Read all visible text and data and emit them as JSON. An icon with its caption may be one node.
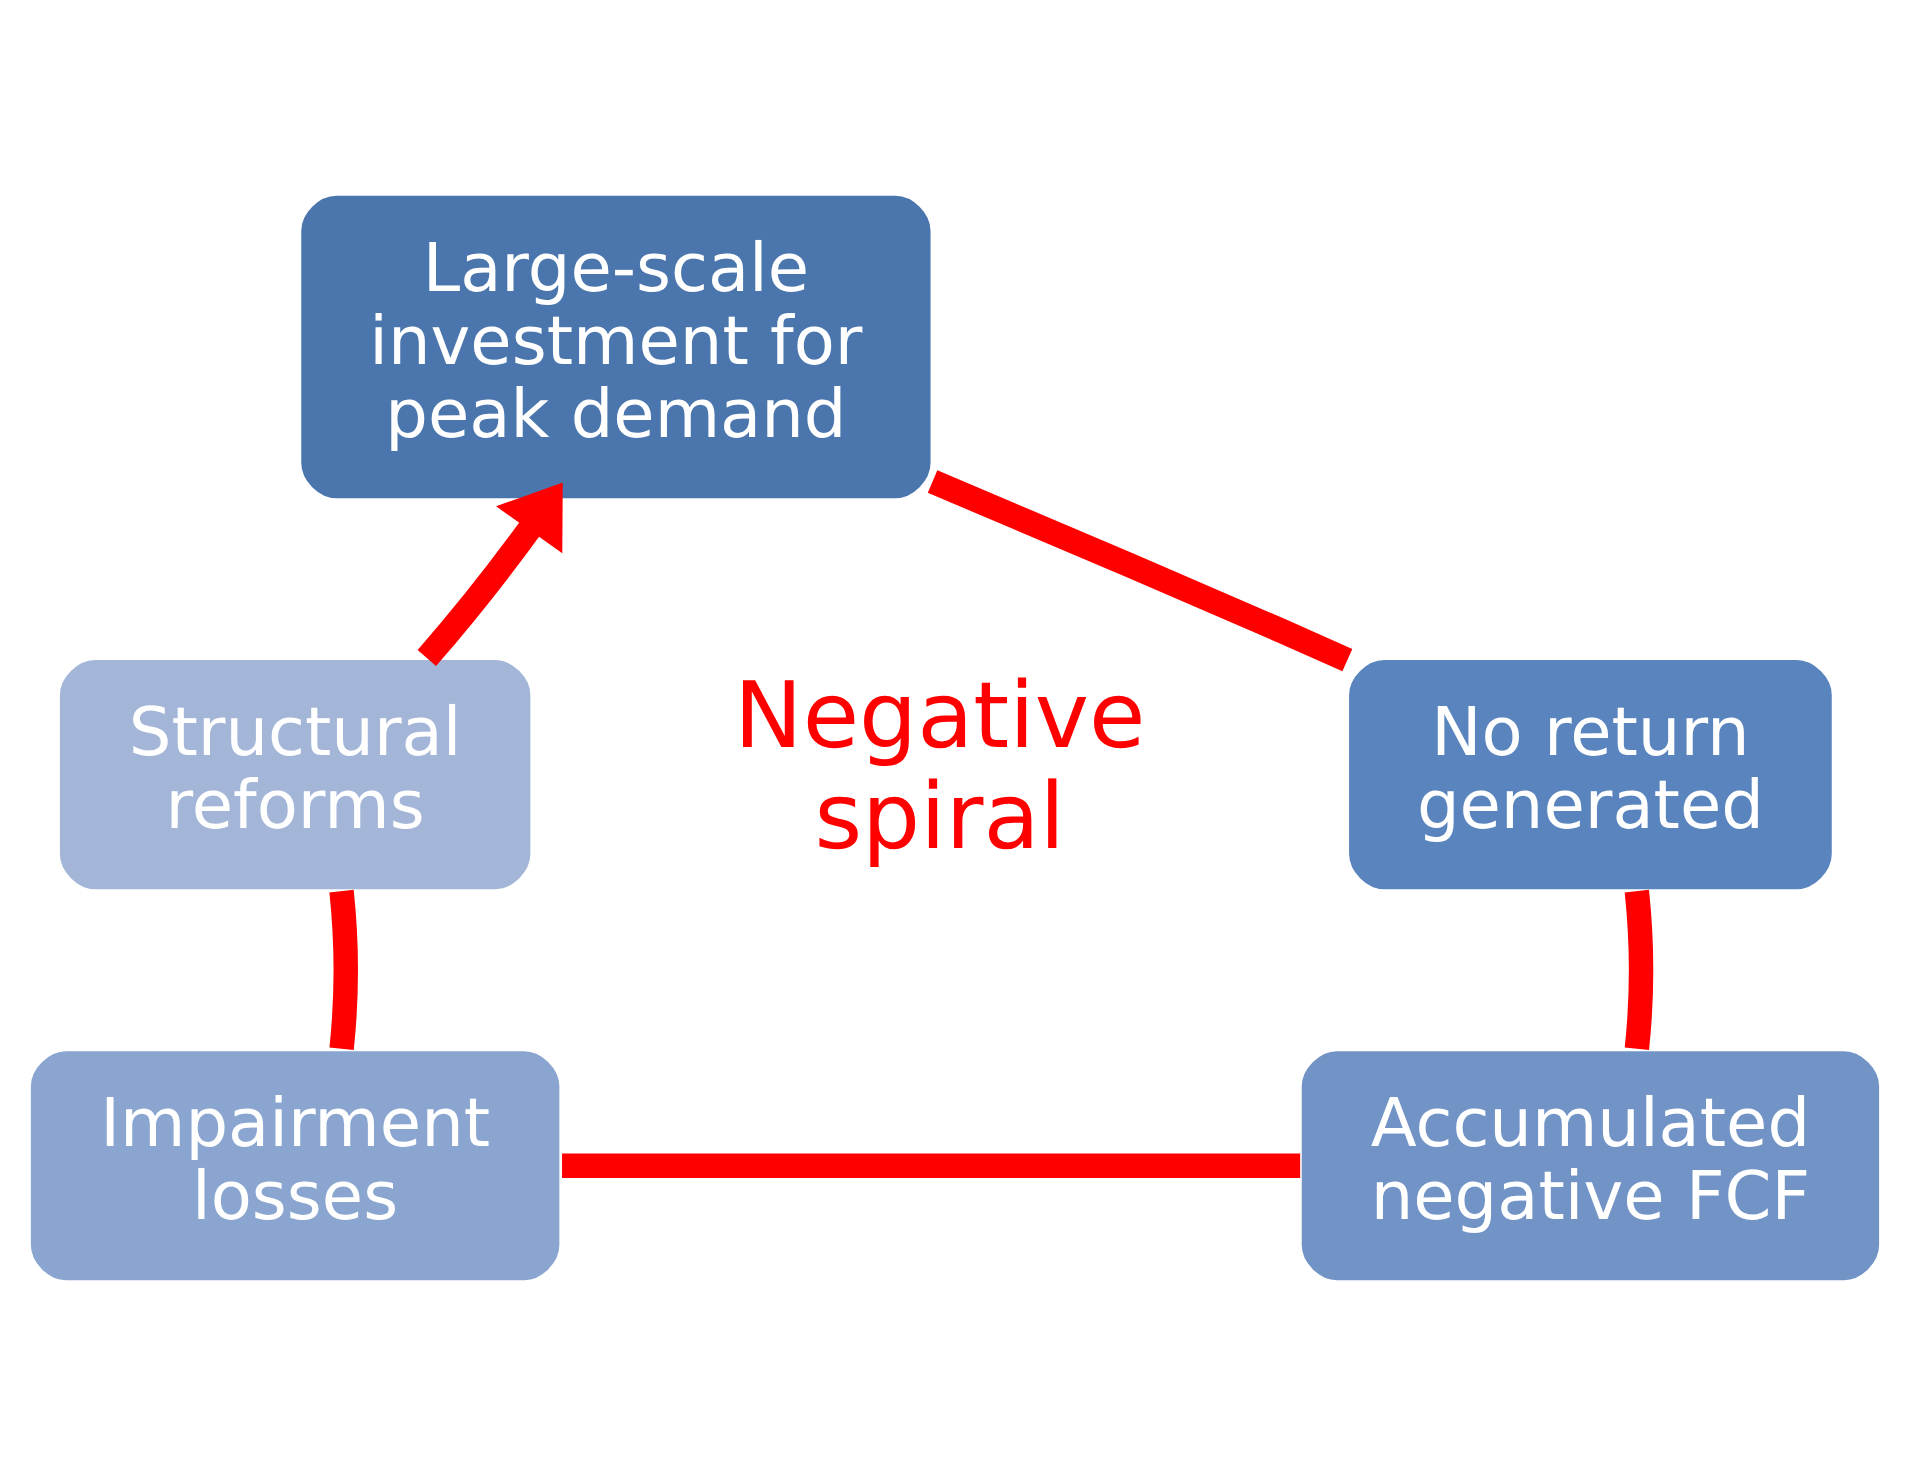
{
  "diagram": {
    "nodes": [
      {
        "text": [
          "Large-scale investment for peak demand"
        ]
      },
      {
        "text": [
          "No return generated"
        ]
      },
      {
        "text": [
          "Accumulated negative FCF"
        ]
      },
      {
        "text": [
          "Impairment losses"
        ]
      },
      {
        "text": [
          "Structural reforms"
        ]
      }
    ],
    "edges": [
      {
        "from": 0,
        "to": 1,
        "arrow": "none",
        "color": "#ff0000"
      },
      {
        "from": 1,
        "to": 2,
        "arrow": "none",
        "color": "#ff0000"
      },
      {
        "from": 2,
        "to": 3,
        "arrow": "none",
        "color": "#ff0000"
      },
      {
        "from": 3,
        "to": 4,
        "arrow": "none",
        "color": "#ff0000"
      },
      {
        "from": 4,
        "to": 0,
        "arrow": "to",
        "color": "#ff0000"
      }
    ],
    "labels": [
      "Negative spiral"
    ]
  }
}
